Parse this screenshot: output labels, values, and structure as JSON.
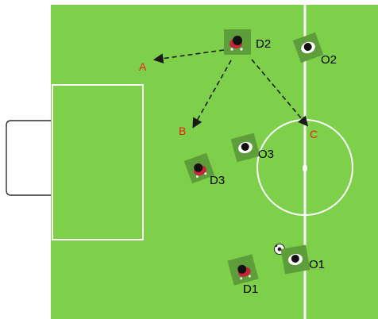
{
  "colors": {
    "pitch": "#7ed04a",
    "line": "#ffffff",
    "arrow": "#1a1a1a",
    "point_label": "#e8200e",
    "player_label": "#000000",
    "defender_accent": "#c7243a",
    "player_tile": "#5d9e3a"
  },
  "players": {
    "d1": {
      "label": "D1",
      "icon": "defender-icon"
    },
    "d2": {
      "label": "D2",
      "icon": "defender-icon"
    },
    "d3": {
      "label": "D3",
      "icon": "defender-icon"
    },
    "o1": {
      "label": "O1",
      "icon": "attacker-icon"
    },
    "o2": {
      "label": "O2",
      "icon": "attacker-icon"
    },
    "o3": {
      "label": "O3",
      "icon": "attacker-icon"
    }
  },
  "points": {
    "a": "A",
    "b": "B",
    "c": "C"
  },
  "ball": {
    "icon": "soccer-ball-icon"
  }
}
